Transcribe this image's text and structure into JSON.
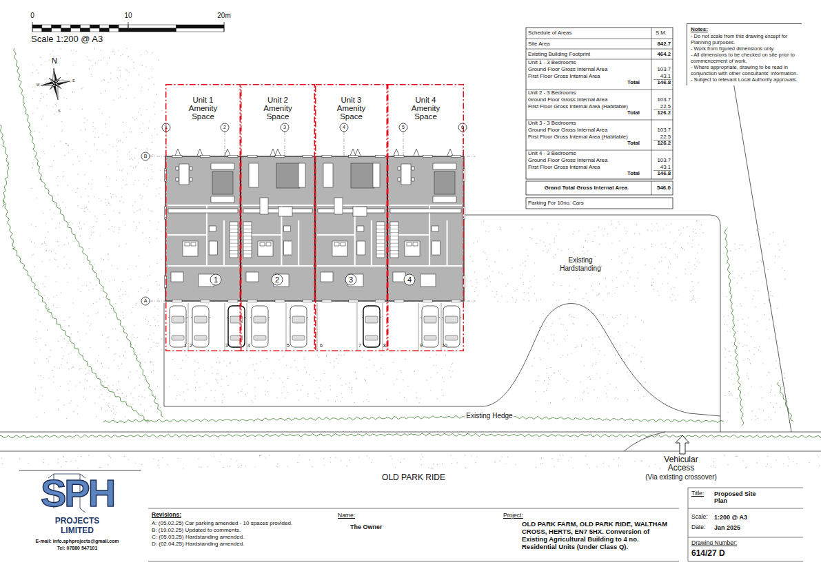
{
  "diagram": {
    "nodes": [
      {
        "text": [
          "Unit 1 Amenity Space"
        ]
      },
      {
        "text": [
          "Unit 2 Amenity Space"
        ]
      },
      {
        "text": [
          "Unit 3 Amenity Space"
        ]
      },
      {
        "text": [
          "Unit 4 Amenity Space"
        ]
      },
      {
        "text": [
          "Notes:",
          "- Do not scale from this drawing except for Planning purposes.",
          "- Work from figured dimensions only.",
          "- All dimensions to be checked on site prior to commencement of work.",
          "- Where appropriate, drawing to be read in conjunction with other consultants' information.",
          "- Subject to relevant Local Authority approvals."
        ]
      }
    ],
    "labels": [
      "0",
      "10",
      "20m",
      "Scale 1:200 @ A3",
      "N",
      "W",
      "E",
      "S",
      "1",
      "2",
      "3",
      "4",
      "5",
      "6",
      "B",
      "A",
      "1",
      "2",
      "3",
      "4",
      "1",
      "2",
      "3",
      "4",
      "5",
      "6",
      "7",
      "8",
      "9",
      "10",
      "Existing Hardstanding",
      "Existing Hedge",
      "Vehicular Access",
      "(Via existing crossover)",
      "OLD PARK RIDE",
      "Schedule of Areas",
      "S.M.",
      "Site Area",
      "842.7",
      "Existing Building Footprint",
      "464.2",
      "Unit 1 - 3 Bedrooms",
      "Ground Floor Gross Internal Area",
      "103.7",
      "First Floor Gross Internal Area",
      "43.1",
      "Total",
      "146.8",
      "Unit 2 - 3 Bedrooms",
      "Ground Floor Gross Internal Area",
      "103.7",
      "First Floor Gross Internal Area (Habitable)",
      "22.5",
      "Total",
      "126.2",
      "Unit 3 - 3 Bedrooms",
      "Ground Floor Gross Internal Area",
      "103.7",
      "First Floor Gross Internal Area (Habitable)",
      "22.5",
      "Total",
      "126.2",
      "Unit 4 - 3 Bedrooms",
      "Ground Floor Gross Internal Area",
      "103.7",
      "First Floor Gross Internal Area",
      "43.1",
      "Total",
      "146.8",
      "Grand Total Gross Internal Area",
      "546.0",
      "Parking For 10no. Cars",
      "SPH",
      "PROJECTS LIMITED",
      "E-mail: info.sphprojects@gmail.com",
      "Tel: 07880 547101",
      "Revisions:",
      "A: (05.02.25) Car parking amended - 10 spaces provided.",
      "B: (19.02.25) Updated to comments.",
      "C: (05.03.25) Hardstanding amended.",
      "D: (02.04.25) Hardstanding amended.",
      "Name:",
      "The Owner",
      "Project:",
      "OLD PARK FARM, OLD PARK RIDE, WALTHAM CROSS, HERTS, EN7 5HX. Conversion of Existing Agricultural Building to 4 no. Residential Units (Under Class Q).",
      "Title:",
      "Proposed Site Plan",
      "Scale:",
      "1:200 @ A3",
      "Date:",
      "Jan 2025",
      "Drawing Number:",
      "614/27 D"
    ]
  }
}
